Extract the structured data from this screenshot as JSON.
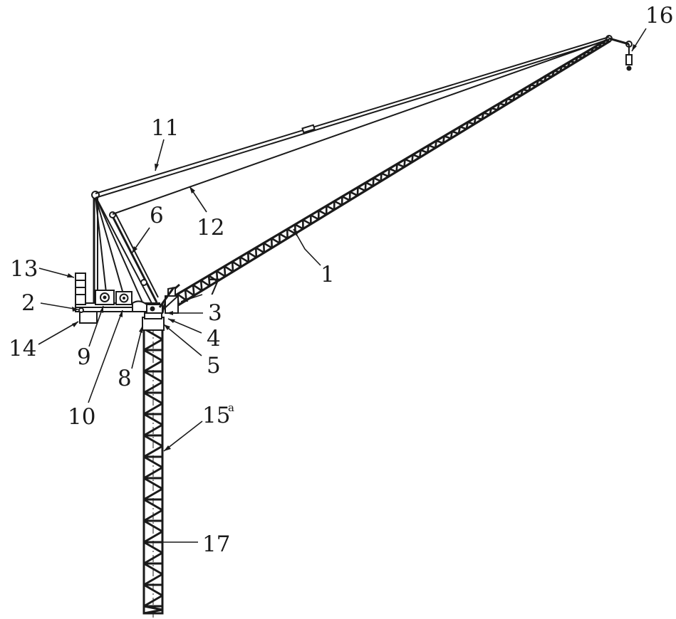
{
  "figure": {
    "colors": {
      "ink": "#1a1a1a",
      "background": "#ffffff"
    },
    "labels": [
      {
        "id": "1",
        "text": "1"
      },
      {
        "id": "2",
        "text": "2"
      },
      {
        "id": "3",
        "text": "3"
      },
      {
        "id": "4",
        "text": "4"
      },
      {
        "id": "5",
        "text": "5"
      },
      {
        "id": "6",
        "text": "6"
      },
      {
        "id": "7",
        "text": "7"
      },
      {
        "id": "8",
        "text": "8"
      },
      {
        "id": "9",
        "text": "9"
      },
      {
        "id": "10",
        "text": "10"
      },
      {
        "id": "11",
        "text": "11"
      },
      {
        "id": "12",
        "text": "12"
      },
      {
        "id": "13",
        "text": "13"
      },
      {
        "id": "14",
        "text": "14"
      },
      {
        "id": "15",
        "text": "15",
        "superscript": "a"
      },
      {
        "id": "16",
        "text": "16"
      },
      {
        "id": "17",
        "text": "17"
      }
    ]
  }
}
